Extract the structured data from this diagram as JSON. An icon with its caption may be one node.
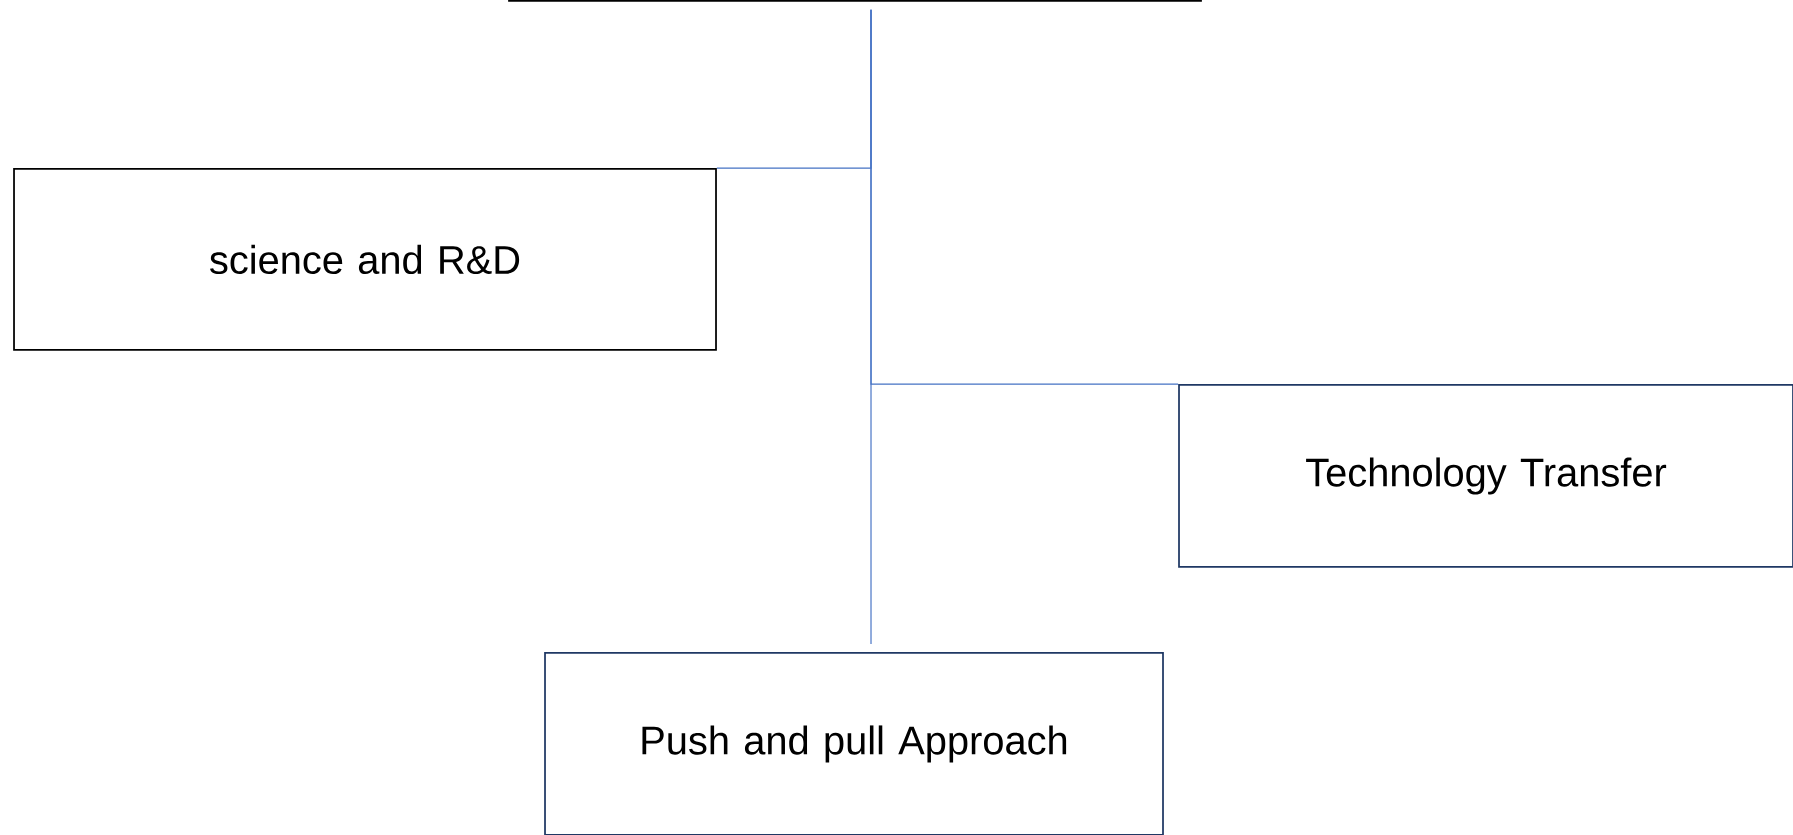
{
  "diagram": {
    "nodes": [
      {
        "text": [],
        "shape": "box"
      },
      {
        "text": [
          "science and R&D"
        ]
      },
      {
        "text": [
          "Technology Transfer"
        ]
      },
      {
        "text": [
          "Push and pull Approach"
        ]
      }
    ],
    "edges": [
      {
        "from": 0,
        "to": 1,
        "arrow": "none"
      },
      {
        "from": 0,
        "to": 2,
        "arrow": "none"
      },
      {
        "from": 0,
        "to": 3,
        "arrow": "none"
      }
    ]
  }
}
